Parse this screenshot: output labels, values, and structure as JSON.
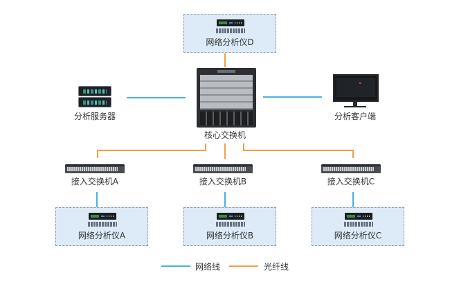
{
  "diagram": {
    "title": "",
    "nodes": {
      "analyzer_d": {
        "label": "网络分析仪D",
        "icon": "network-analyzer-icon"
      },
      "core_switch": {
        "label": "核心交换机",
        "icon": "core-switch-icon"
      },
      "analysis_server": {
        "label": "分析服务器",
        "icon": "server-icon"
      },
      "analysis_client": {
        "label": "分析客户端",
        "icon": "monitor-icon"
      },
      "access_switch_a": {
        "label": "接入交换机A",
        "icon": "access-switch-icon"
      },
      "access_switch_b": {
        "label": "接入交换机B",
        "icon": "access-switch-icon"
      },
      "access_switch_c": {
        "label": "接入交换机C",
        "icon": "access-switch-icon"
      },
      "analyzer_a": {
        "label": "网络分析仪A",
        "icon": "network-analyzer-icon"
      },
      "analyzer_b": {
        "label": "网络分析仪B",
        "icon": "network-analyzer-icon"
      },
      "analyzer_c": {
        "label": "网络分析仪C",
        "icon": "network-analyzer-icon"
      }
    },
    "edges": [
      {
        "from": "analyzer_d",
        "to": "core_switch",
        "type": "fiber"
      },
      {
        "from": "analysis_server",
        "to": "core_switch",
        "type": "network"
      },
      {
        "from": "core_switch",
        "to": "analysis_client",
        "type": "network"
      },
      {
        "from": "core_switch",
        "to": "access_switch_a",
        "type": "fiber"
      },
      {
        "from": "core_switch",
        "to": "access_switch_b",
        "type": "fiber"
      },
      {
        "from": "core_switch",
        "to": "access_switch_c",
        "type": "fiber"
      },
      {
        "from": "access_switch_a",
        "to": "analyzer_a",
        "type": "network"
      },
      {
        "from": "access_switch_b",
        "to": "analyzer_b",
        "type": "network"
      },
      {
        "from": "access_switch_c",
        "to": "analyzer_c",
        "type": "network"
      }
    ],
    "legend": [
      {
        "label": "网络线",
        "color": "#4ab0e0"
      },
      {
        "label": "光纤线",
        "color": "#f0a040"
      }
    ]
  }
}
